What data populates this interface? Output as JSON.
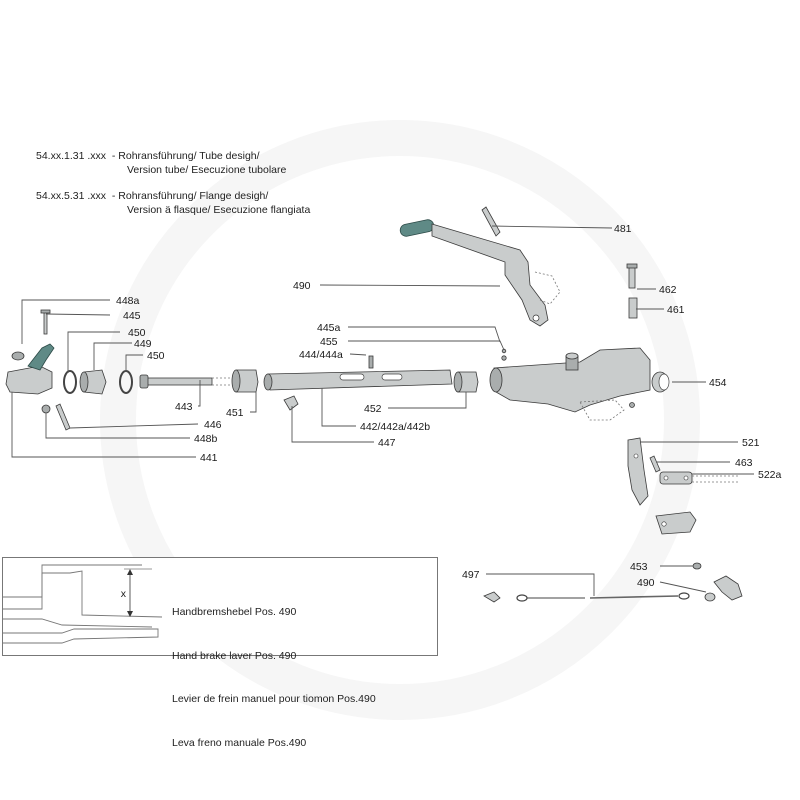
{
  "header": {
    "line1": "54.xx.1.31 .xxx  - Rohransführung/ Tube desigh/",
    "line2": "Version tube/ Esecuzione tubolare",
    "line3": "54.xx.5.31 .xxx  - Rohransführung/ Flange desigh/",
    "line4": "Version ä flasque/ Esecuzione flangiata"
  },
  "labels": {
    "p481": "481",
    "p490a": "490",
    "p462": "462",
    "p461": "461",
    "p448a": "448a",
    "p445": "445",
    "p450a": "450",
    "p449": "449",
    "p450b": "450",
    "p445a": "445a",
    "p455": "455",
    "p444": "444/444a",
    "p454": "454",
    "p443": "443",
    "p451": "451",
    "p452": "452",
    "p446": "446",
    "p448b": "448b",
    "p442": "442/442a/442b",
    "p447": "447",
    "p441": "441",
    "p521": "521",
    "p463": "463",
    "p522a": "522a",
    "p497": "497",
    "p453": "453",
    "p490b": "490"
  },
  "note_box": {
    "dimension": "x",
    "line1": "Handbremshebel Pos. 490",
    "line2": "Hand brake laver Pos. 490",
    "line3": "Levier de frein manuel pour tiomon Pos.490",
    "line4": "Leva freno manuale Pos.490"
  }
}
